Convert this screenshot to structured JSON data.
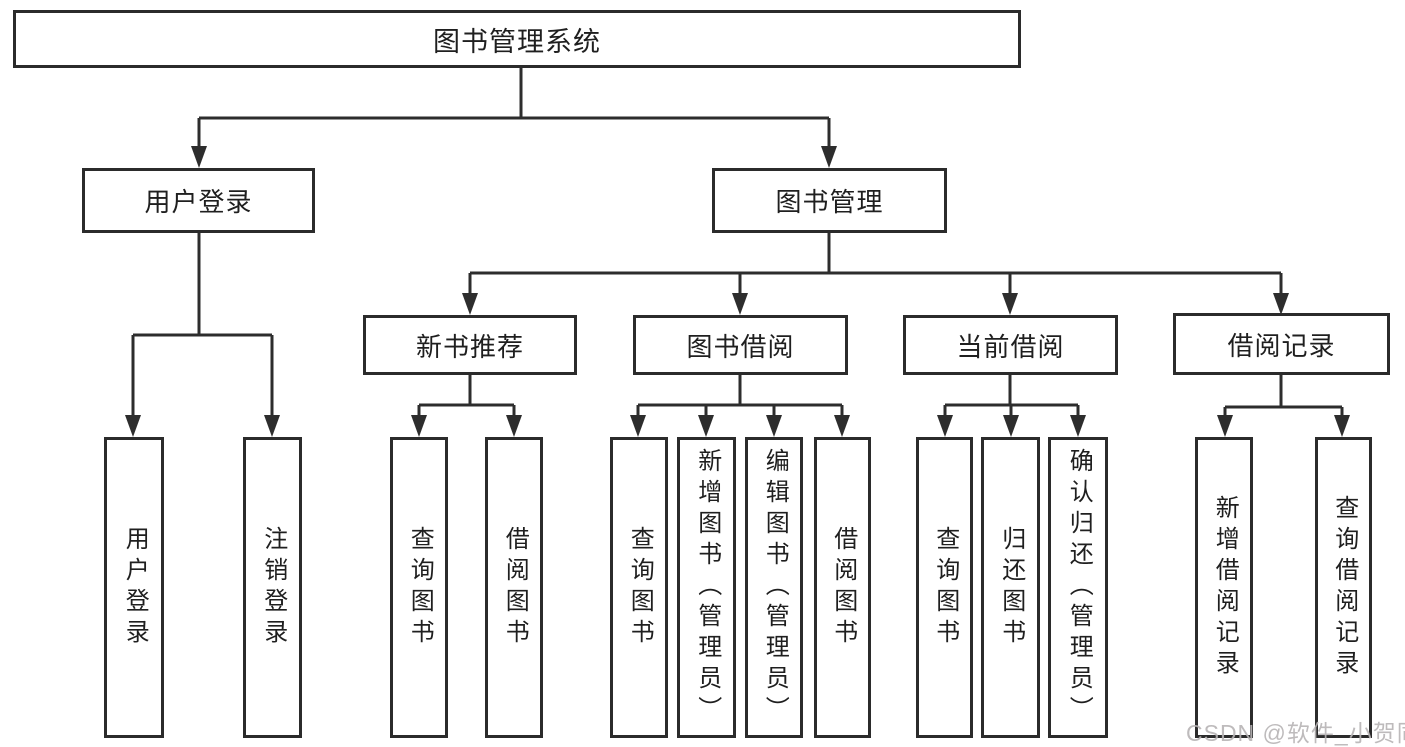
{
  "diagram": {
    "root": {
      "label": "图书管理系统"
    },
    "branches": [
      {
        "label": "用户登录",
        "leaves": [
          "用户登录",
          "注销登录"
        ]
      },
      {
        "label": "图书管理",
        "children": [
          {
            "label": "新书推荐",
            "leaves": [
              "查询图书",
              "借阅图书"
            ]
          },
          {
            "label": "图书借阅",
            "leaves": [
              "查询图书",
              "新增图书（管理员）",
              "编辑图书（管理员）",
              "借阅图书"
            ]
          },
          {
            "label": "当前借阅",
            "leaves": [
              "查询图书",
              "归还图书",
              "确认归还（管理员）"
            ]
          },
          {
            "label": "借阅记录",
            "leaves": [
              "新增借阅记录",
              "查询借阅记录"
            ]
          }
        ]
      }
    ]
  },
  "watermark": {
    "text": "CSDN @软件_小贺同学"
  },
  "colors": {
    "line": "#2d2d2d",
    "box_border": "#2b2b2b",
    "box_fill": "#ffffff",
    "text": "#1f1f1f",
    "watermark": "#b7b4b5",
    "background": "#ffffff"
  }
}
